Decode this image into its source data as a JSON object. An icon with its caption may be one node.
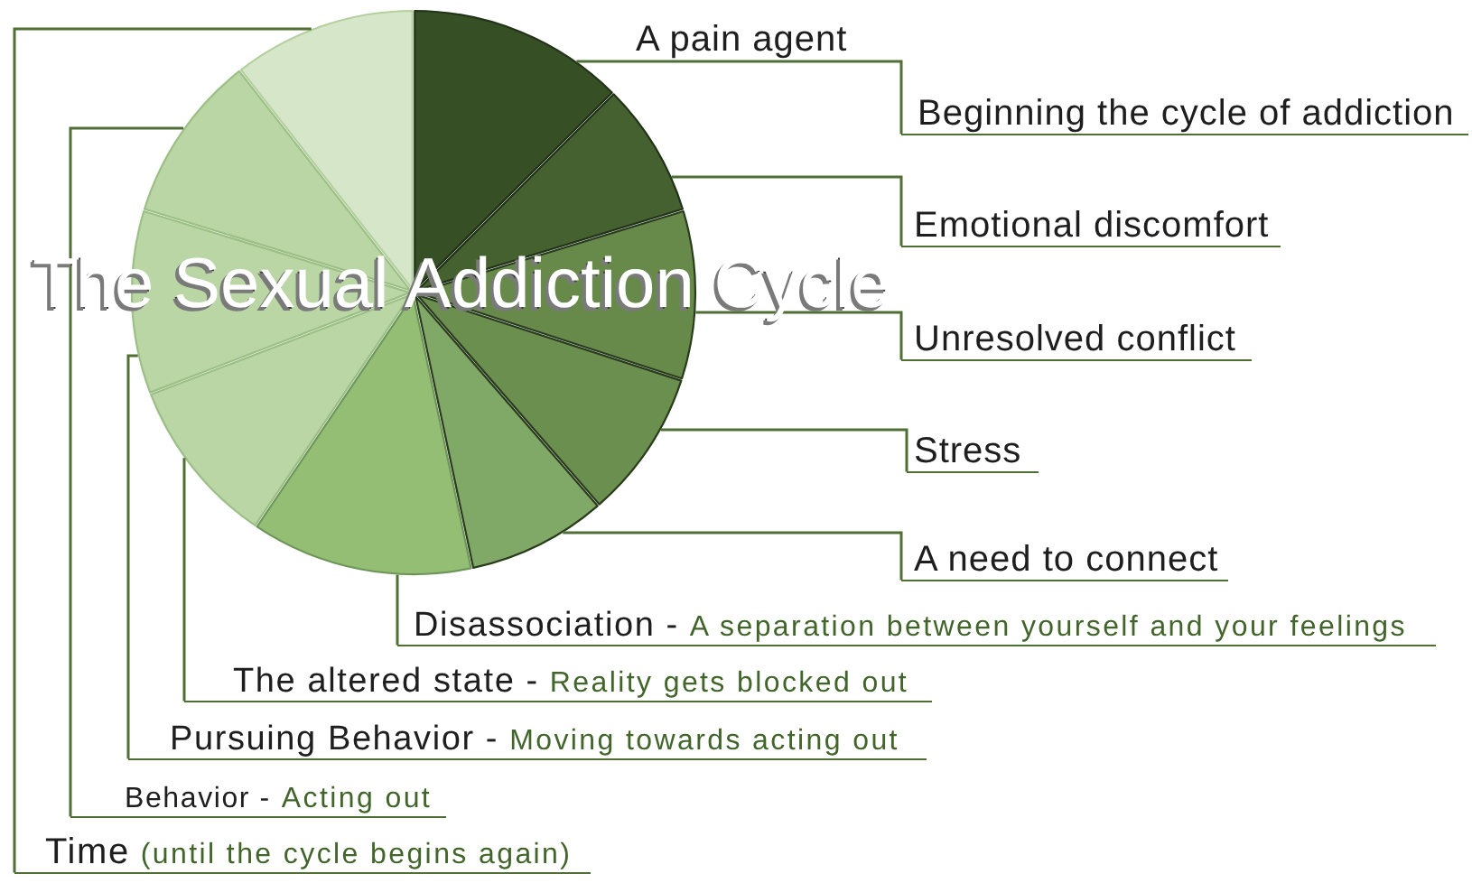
{
  "diagram": {
    "title": "The Sexual Addiction Cycle",
    "nodes": [
      {
        "text": [],
        "shape": "wedge"
      },
      {
        "text": [],
        "shape": "wedge"
      },
      {
        "text": [],
        "shape": "wedge"
      },
      {
        "text": [],
        "shape": "wedge"
      },
      {
        "text": [],
        "shape": "wedge"
      },
      {
        "text": [],
        "shape": "wedge"
      },
      {
        "text": [],
        "shape": "wedge"
      },
      {
        "text": [],
        "shape": "wedge"
      },
      {
        "text": [],
        "shape": "wedge"
      },
      {
        "text": [],
        "shape": "wedge"
      },
      {
        "text": [
          "Beginning the cycle of addiction"
        ]
      },
      {
        "text": [
          "Emotional discomfort"
        ]
      },
      {
        "text": [
          "Unresolved conflict"
        ]
      },
      {
        "text": [
          "Stress"
        ]
      },
      {
        "text": [
          "A need to connect"
        ]
      },
      {
        "text": [
          "Disassociation -",
          "A separation between yourself and your feelings"
        ]
      },
      {
        "text": [
          "The altered state -",
          "Reality gets blocked out"
        ]
      },
      {
        "text": [
          "Pursuing Behavior -",
          "Moving towards acting out"
        ]
      },
      {
        "text": [
          "Behavior -",
          "Acting out"
        ]
      },
      {
        "text": [
          "Time",
          "(until the cycle begins again)"
        ]
      }
    ],
    "edges": [
      {
        "from": 10,
        "to": 0,
        "arrow": "none",
        "label": "A pain agent"
      },
      {
        "from": 11,
        "to": 1,
        "arrow": "none"
      },
      {
        "from": 12,
        "to": 2,
        "arrow": "none"
      },
      {
        "from": 13,
        "to": 3,
        "arrow": "none"
      },
      {
        "from": 14,
        "to": 4,
        "arrow": "none"
      },
      {
        "from": 15,
        "to": 5,
        "arrow": "none"
      },
      {
        "from": 16,
        "to": 6,
        "arrow": "none"
      },
      {
        "from": 17,
        "to": 7,
        "arrow": "none"
      },
      {
        "from": 18,
        "to": 8,
        "arrow": "none"
      },
      {
        "from": 19,
        "to": 9,
        "arrow": "none"
      }
    ]
  }
}
